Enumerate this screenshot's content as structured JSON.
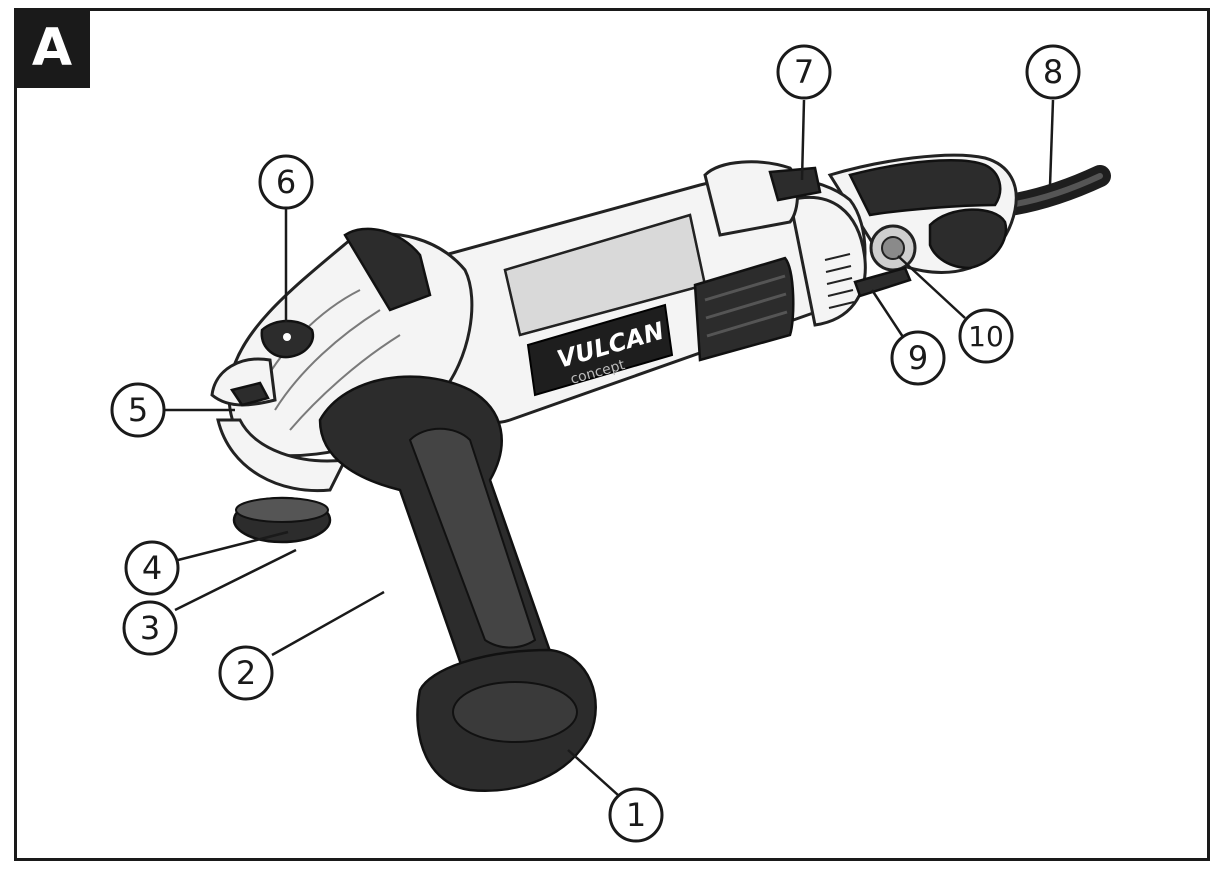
{
  "figure": {
    "panel_label": "A",
    "brand_logo": {
      "name": "VULCAN",
      "sub": "concept"
    },
    "callouts": [
      {
        "number": "1"
      },
      {
        "number": "2"
      },
      {
        "number": "3"
      },
      {
        "number": "4"
      },
      {
        "number": "5"
      },
      {
        "number": "6"
      },
      {
        "number": "7"
      },
      {
        "number": "8"
      },
      {
        "number": "9"
      },
      {
        "number": "10"
      }
    ]
  }
}
